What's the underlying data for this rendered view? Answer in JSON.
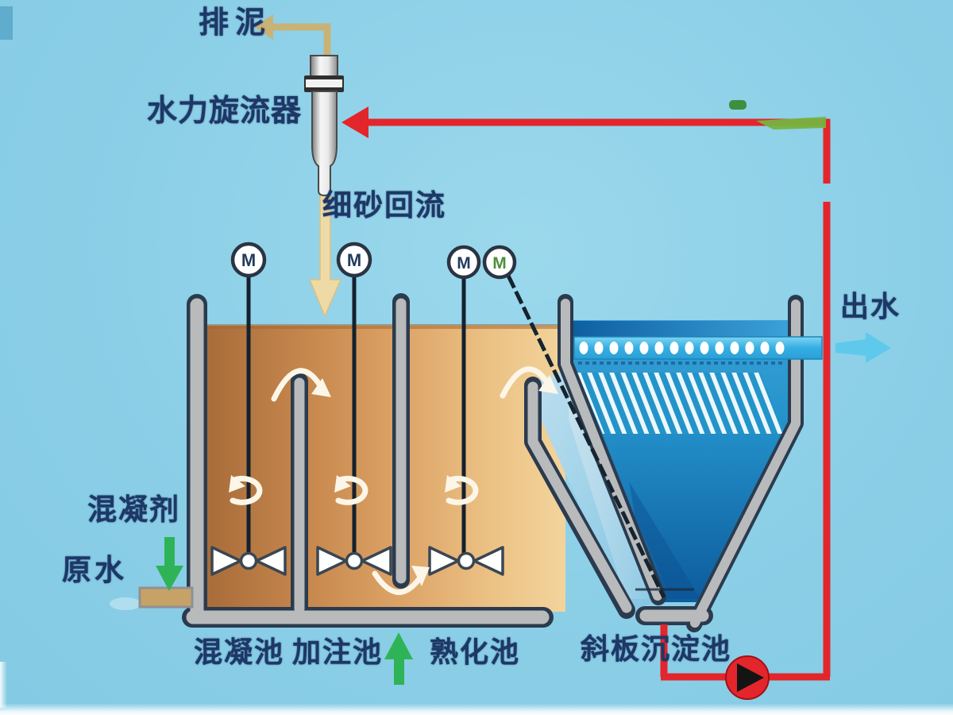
{
  "diagram": {
    "type": "ballasted-flocculation-water-treatment-process",
    "labels": {
      "sludge_discharge": "排泥",
      "hydrocyclone": "水力旋流器",
      "sand_return": "细砂回流",
      "coagulant": "混凝剂",
      "raw_water": "原水",
      "effluent": "出水",
      "tank1": "混凝池",
      "tank2": "加注池",
      "tank3": "熟化池",
      "settler": "斜板沉淀池"
    },
    "motors": [
      {
        "label": "M"
      },
      {
        "label": "M"
      },
      {
        "label": "M"
      },
      {
        "label": "M"
      }
    ],
    "colors": {
      "accent_red": "#e3252c",
      "pump_red": "#e3252c",
      "pipe_tan": "#c9b276",
      "sand_yellow": "#eedaa4",
      "arrow_green": "#2eb457",
      "effluent_blue": "#5fc9ec",
      "water_tan": "#d99b5e",
      "water_blue": "#2492cb",
      "wall_gray": "#b8babc",
      "background_blue": "#8bcfe7",
      "ink_navy": "#1d3866"
    }
  }
}
